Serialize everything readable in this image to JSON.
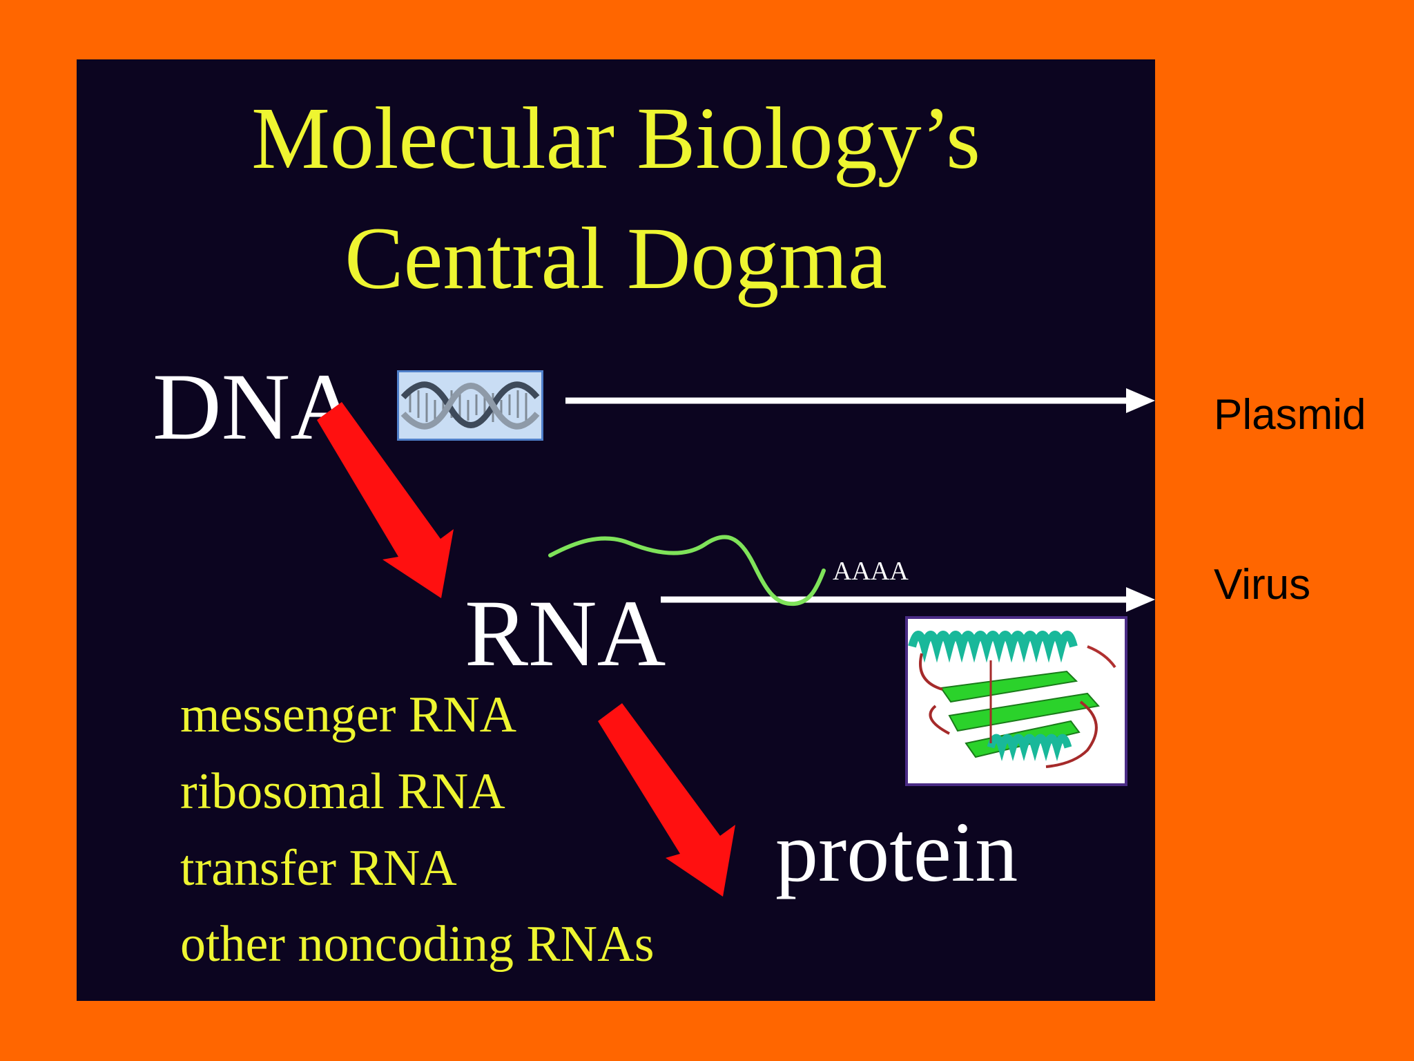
{
  "slide": {
    "title_lines": [
      "Molecular Biology’s",
      "Central Dogma"
    ],
    "dna_label": "DNA",
    "rna_label": "RNA",
    "protein_label": "protein",
    "poly_a_tail": "AAAA",
    "rna_types": [
      "messenger RNA",
      "ribosomal RNA",
      "transfer RNA",
      "other noncoding RNAs"
    ]
  },
  "side_labels": {
    "plasmid": "Plasmid",
    "virus": "Virus"
  },
  "icons": {
    "dna": "dna-double-helix-icon",
    "protein": "protein-ribbon-structure-icon",
    "flow_arrow": "red-arrow-icon"
  },
  "colors": {
    "background": "#FF6600",
    "panel": "#0C0520",
    "title": "#EEF531",
    "main_labels": "#FFFFFF",
    "flow_arrows": "#FF1010",
    "mrna_strand": "#7FE35A",
    "pointer_arrows": "#FFFFFF",
    "side_labels": "#000000"
  }
}
